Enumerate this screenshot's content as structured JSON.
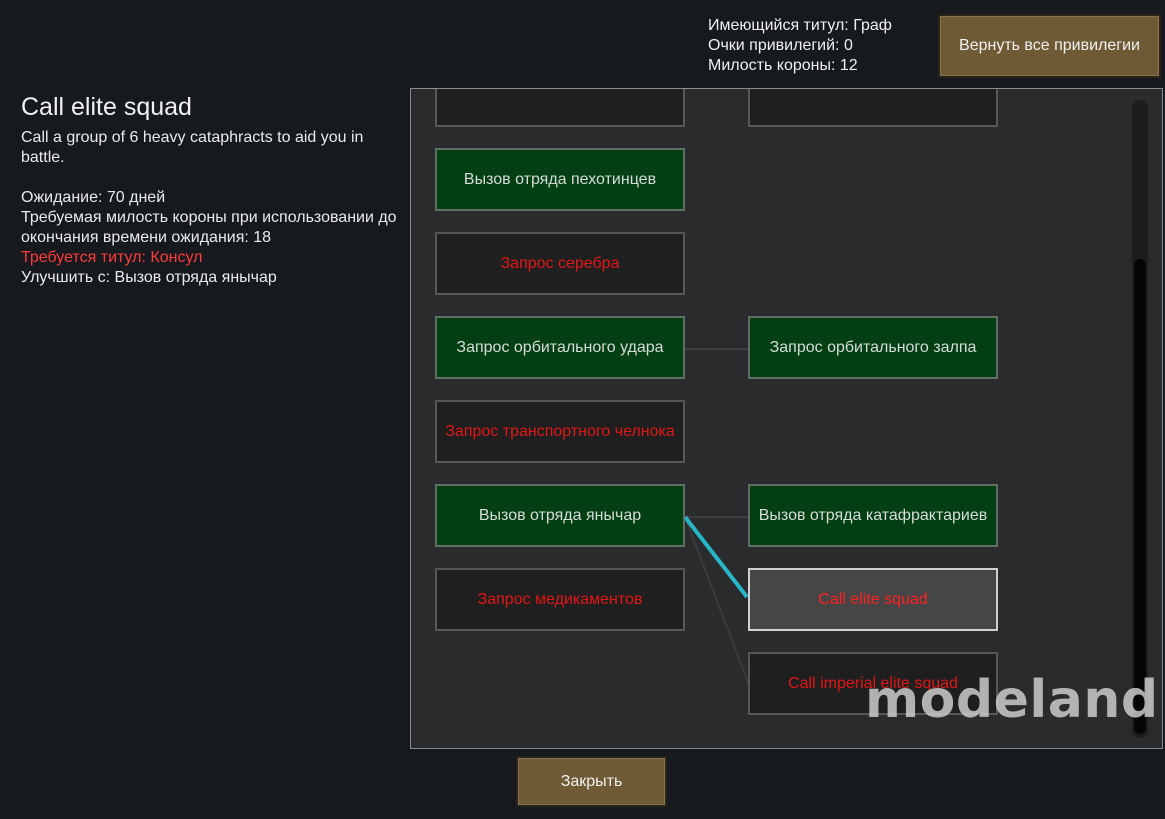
{
  "stats": {
    "title_line": "Имеющийся титул: Граф",
    "points_line": "Очки привилегий: 0",
    "favor_line": "Милость короны: 12"
  },
  "return_button": "Вернуть все привилегии",
  "close_button": "Закрыть",
  "details": {
    "title": "Call elite squad",
    "description": "Call a group of 6 heavy cataphracts to aid you in battle.",
    "cooldown": "Ожидание: 70 дней",
    "favor_required": "Требуемая милость короны при использовании до окончания времени ожидания: 18",
    "title_required": "Требуется титул: Консул",
    "upgrade_from": "Улучшить с: Вызов отряда янычар"
  },
  "nodes": [
    {
      "label": "",
      "state": "off"
    },
    {
      "label": "",
      "state": "off"
    },
    {
      "label": "Вызов отряда пехотинцев",
      "state": "on"
    },
    {
      "label": "Запрос серебра",
      "state": "off"
    },
    {
      "label": "Запрос орбитального удара",
      "state": "on"
    },
    {
      "label": "Запрос орбитального залпа",
      "state": "on"
    },
    {
      "label": "Запрос транспортного челнока",
      "state": "off"
    },
    {
      "label": "Вызов отряда янычар",
      "state": "on"
    },
    {
      "label": "Вызов отряда катафрактариев",
      "state": "on"
    },
    {
      "label": "Call elite squad",
      "state": "selected"
    },
    {
      "label": "Запрос медикаментов",
      "state": "off"
    },
    {
      "label": "Call imperial elite squad",
      "state": "off"
    }
  ],
  "watermark": "modeland",
  "colors": {
    "unlocked": "#023f13",
    "locked": "#1f1f1f",
    "selected": "#464646",
    "highlight_link": "#27b6c8",
    "button": "#6e5a35"
  }
}
